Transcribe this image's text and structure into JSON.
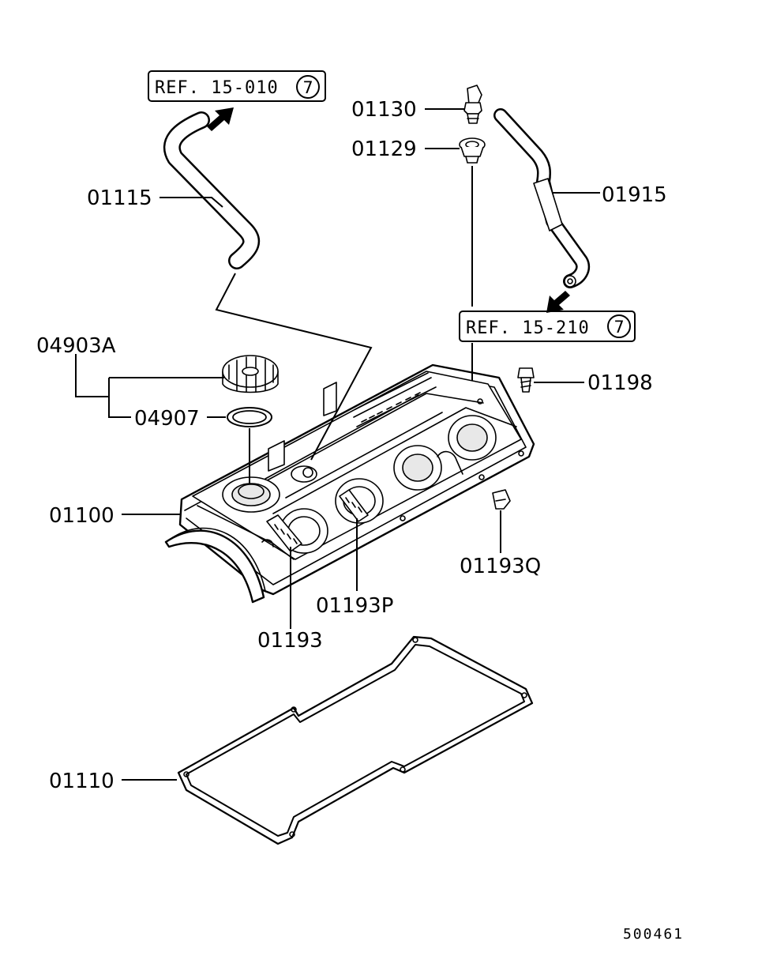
{
  "labels": {
    "p01115": "01115",
    "p01130": "01130",
    "p01129": "01129",
    "p01915": "01915",
    "p04903a": "04903A",
    "p04907": "04907",
    "p01198": "01198",
    "p01100": "01100",
    "p01193q": "01193Q",
    "p01193p": "01193P",
    "p01193": "01193",
    "p01110": "01110"
  },
  "refs": {
    "ref_top": {
      "text": "REF. 15-010",
      "circle": "7"
    },
    "ref_right": {
      "text": "REF. 15-210",
      "circle": "7"
    }
  },
  "diagram_code": "500461"
}
